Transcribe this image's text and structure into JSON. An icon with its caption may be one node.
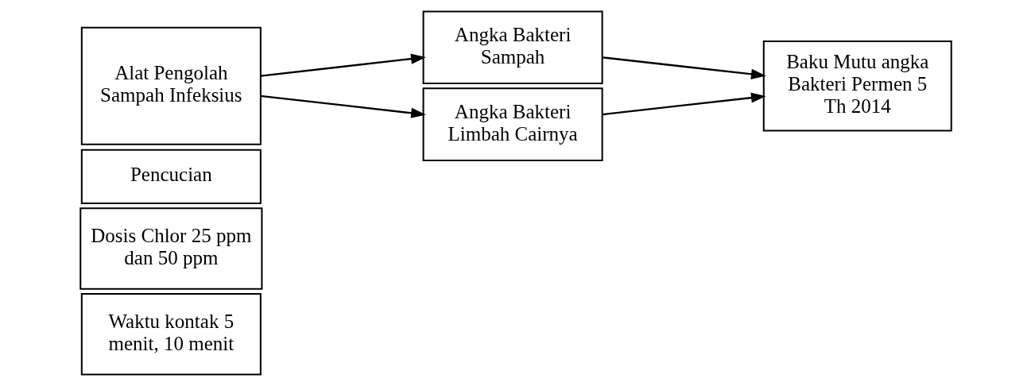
{
  "diagram": {
    "nodes": [
      {
        "text": [
          "Alat Pengolah Sampah Infeksius"
        ]
      },
      {
        "text": [
          "Pencucian"
        ]
      },
      {
        "text": [
          "Dosis Chlor 25 ppm dan 50 ppm"
        ]
      },
      {
        "text": [
          "Waktu kontak 5 menit, 10 menit"
        ]
      },
      {
        "text": [
          "Angka Bakteri Sampah"
        ]
      },
      {
        "text": [
          "Angka Bakteri Limbah Cairnya"
        ]
      },
      {
        "text": [
          "Baku Mutu angka Bakteri Permen 5 Th 2014"
        ]
      }
    ],
    "edges": [
      {
        "from": 0,
        "to": 4,
        "arrow": "to"
      },
      {
        "from": 0,
        "to": 5,
        "arrow": "to"
      },
      {
        "from": 4,
        "to": 6,
        "arrow": "to"
      },
      {
        "from": 5,
        "to": 6,
        "arrow": "to"
      }
    ]
  }
}
